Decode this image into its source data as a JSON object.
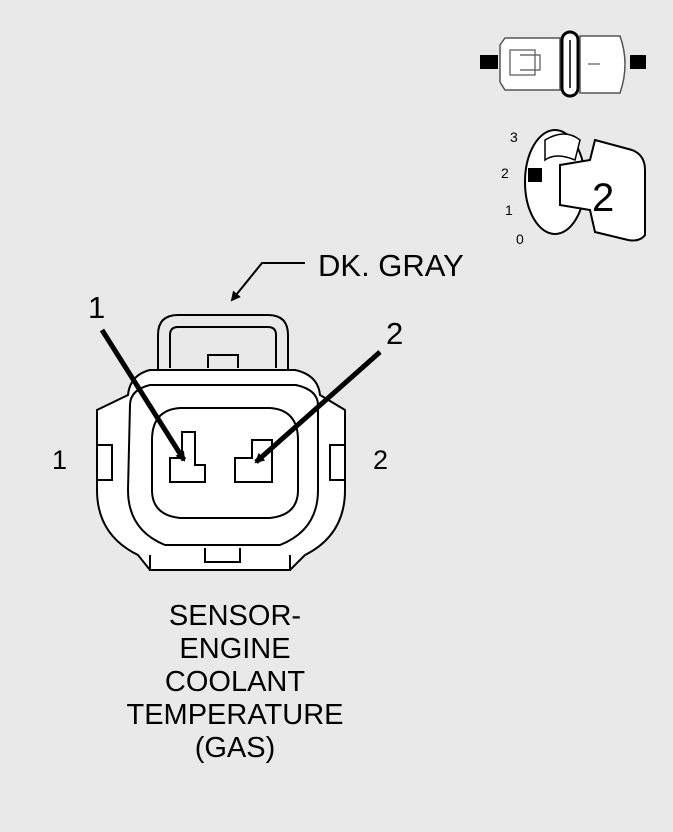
{
  "wire_color_label": "DK. GRAY",
  "callouts": {
    "pin1": "1",
    "pin2": "2"
  },
  "side_labels": {
    "left": "1",
    "right": "2"
  },
  "key_icon": {
    "scale": [
      "3",
      "2",
      "1",
      "0"
    ],
    "number": "2"
  },
  "caption_lines": [
    "SENSOR-",
    "ENGINE",
    "COOLANT",
    "TEMPERATURE",
    "(GAS)"
  ],
  "icons": {
    "connector_view": "connector-mating-icon",
    "key_position": "ignition-key-icon"
  },
  "colors": {
    "background": "#e9e9e9",
    "line": "#000000",
    "fill": "#ffffff"
  }
}
